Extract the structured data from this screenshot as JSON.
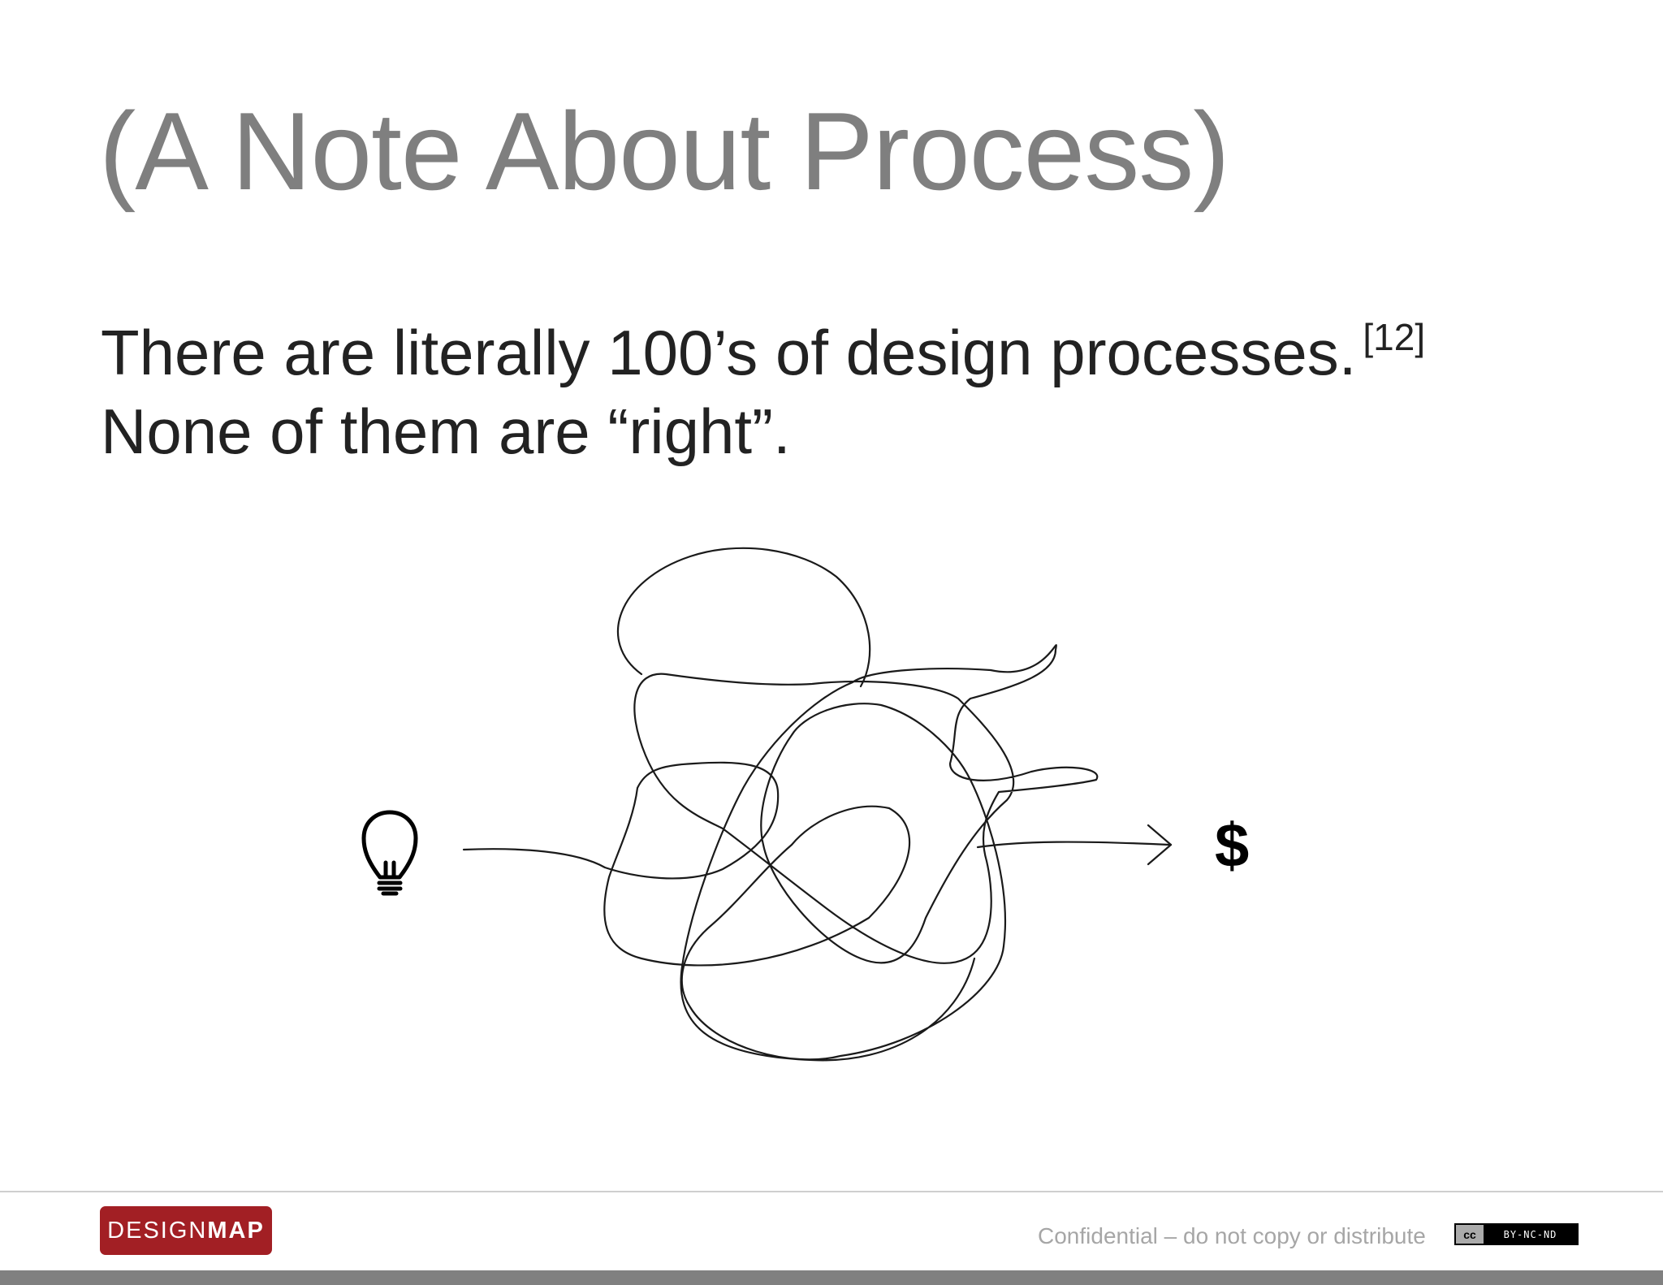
{
  "slide": {
    "title": "(A Note About Process)",
    "body_line1": "There are literally 100’s of design processes.",
    "footnote": "[12]",
    "body_line2": "None of them are “right”."
  },
  "diagram": {
    "start_icon": "lightbulb-icon",
    "end_symbol": "$",
    "arrow_icon": "arrow-right-icon"
  },
  "footer": {
    "logo_light": "DESIGN",
    "logo_bold": "MAP",
    "logo_color": "#a21f24",
    "confidential": "Confidential – do not copy or distribute",
    "license_mark": "cc",
    "license_text": "BY-NC-ND"
  }
}
